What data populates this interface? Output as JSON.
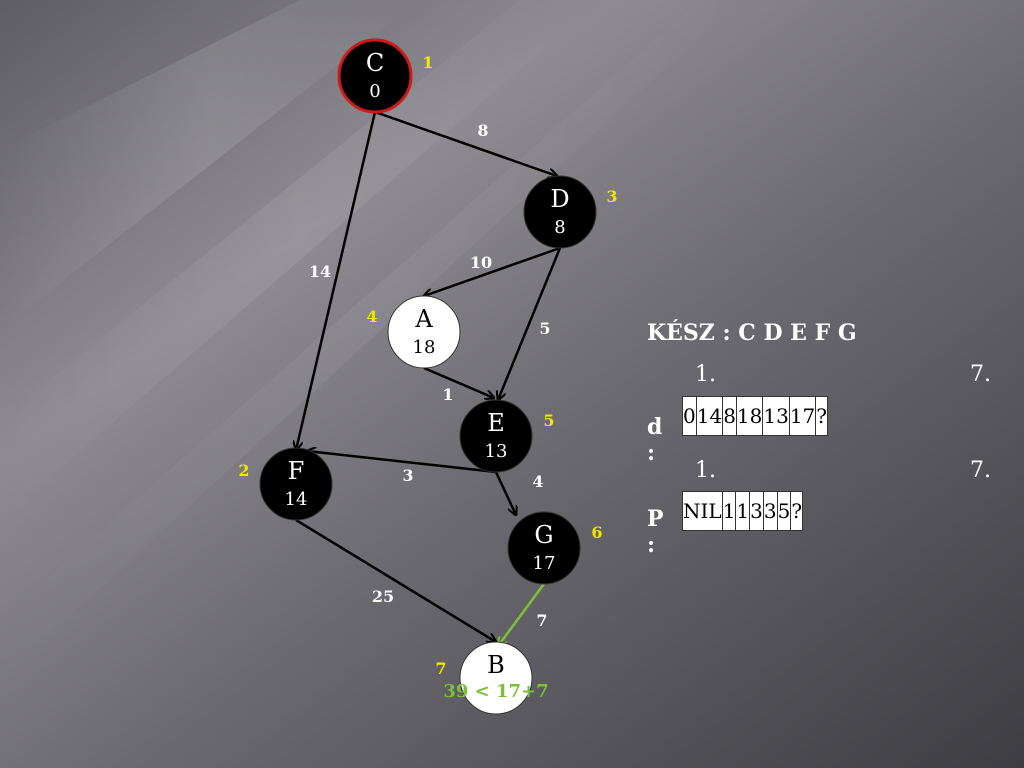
{
  "graph": {
    "nodes": [
      {
        "id": "C",
        "label": "C",
        "value": "0",
        "order": "1",
        "fill": "#000000",
        "text": "#ffffff",
        "stroke": "#cc1a1a"
      },
      {
        "id": "D",
        "label": "D",
        "value": "8",
        "order": "3",
        "fill": "#000000",
        "text": "#ffffff",
        "stroke": "none"
      },
      {
        "id": "A",
        "label": "A",
        "value": "18",
        "order": "4",
        "fill": "#ffffff",
        "text": "#000000",
        "stroke": "none"
      },
      {
        "id": "E",
        "label": "E",
        "value": "13",
        "order": "5",
        "fill": "#000000",
        "text": "#ffffff",
        "stroke": "none"
      },
      {
        "id": "F",
        "label": "F",
        "value": "14",
        "order": "2",
        "fill": "#000000",
        "text": "#ffffff",
        "stroke": "none"
      },
      {
        "id": "G",
        "label": "G",
        "value": "17",
        "order": "6",
        "fill": "#000000",
        "text": "#ffffff",
        "stroke": "none"
      },
      {
        "id": "B",
        "label": "B",
        "value": "39 < 17+7",
        "order": "7",
        "fill": "#ffffff",
        "text": "#000000",
        "stroke": "none",
        "value_color": "#7cc03a"
      }
    ],
    "edges": [
      {
        "from": "C",
        "to": "D",
        "weight": "8",
        "color": "#000000"
      },
      {
        "from": "C",
        "to": "F",
        "weight": "14",
        "color": "#000000"
      },
      {
        "from": "D",
        "to": "A",
        "weight": "10",
        "color": "#000000"
      },
      {
        "from": "D",
        "to": "E",
        "weight": "5",
        "color": "#000000"
      },
      {
        "from": "A",
        "to": "E",
        "weight": "1",
        "color": "#000000"
      },
      {
        "from": "E",
        "to": "F",
        "weight": "3",
        "color": "#000000"
      },
      {
        "from": "E",
        "to": "G",
        "weight": "4",
        "color": "#000000"
      },
      {
        "from": "F",
        "to": "B",
        "weight": "25",
        "color": "#000000"
      },
      {
        "from": "G",
        "to": "B",
        "weight": "7",
        "color": "#7cc03a"
      }
    ]
  },
  "done_label": "KÉSZ : C D E F G",
  "d_row": {
    "label": "d :",
    "first_index": "1.",
    "last_index": "7.",
    "cells": [
      "0",
      "14",
      "8",
      "18",
      "13",
      "17",
      "?"
    ]
  },
  "p_row": {
    "label": "P :",
    "first_index": "1.",
    "last_index": "7.",
    "cells": [
      "NIL",
      "1",
      "1",
      "3",
      "3",
      "5",
      "?"
    ]
  }
}
